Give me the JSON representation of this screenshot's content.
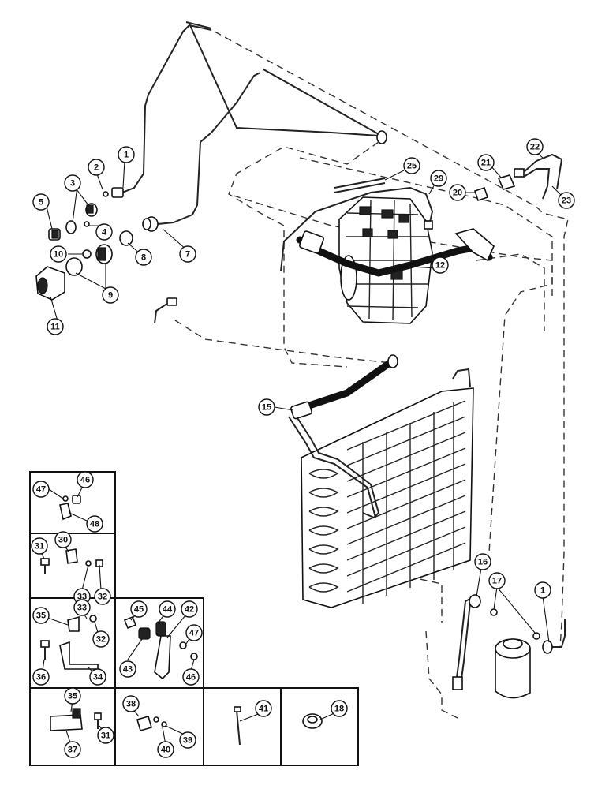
{
  "callouts": [
    {
      "label": "1"
    },
    {
      "label": "2"
    },
    {
      "label": "3"
    },
    {
      "label": "4"
    },
    {
      "label": "5"
    },
    {
      "label": "7"
    },
    {
      "label": "8"
    },
    {
      "label": "9"
    },
    {
      "label": "10"
    },
    {
      "label": "11"
    },
    {
      "label": "12"
    },
    {
      "label": "15"
    },
    {
      "label": "16"
    },
    {
      "label": "17"
    },
    {
      "label": "1"
    },
    {
      "label": "20"
    },
    {
      "label": "21"
    },
    {
      "label": "22"
    },
    {
      "label": "23"
    },
    {
      "label": "25"
    },
    {
      "label": "29"
    },
    {
      "label": "46"
    },
    {
      "label": "47"
    },
    {
      "label": "48"
    },
    {
      "label": "30"
    },
    {
      "label": "31"
    },
    {
      "label": "33"
    },
    {
      "label": "32"
    },
    {
      "label": "35"
    },
    {
      "label": "33"
    },
    {
      "label": "32"
    },
    {
      "label": "36"
    },
    {
      "label": "34"
    },
    {
      "label": "45"
    },
    {
      "label": "44"
    },
    {
      "label": "42"
    },
    {
      "label": "47"
    },
    {
      "label": "43"
    },
    {
      "label": "46"
    },
    {
      "label": "35"
    },
    {
      "label": "31"
    },
    {
      "label": "37"
    },
    {
      "label": "38"
    },
    {
      "label": "39"
    },
    {
      "label": "40"
    },
    {
      "label": "41"
    },
    {
      "label": "18"
    }
  ]
}
